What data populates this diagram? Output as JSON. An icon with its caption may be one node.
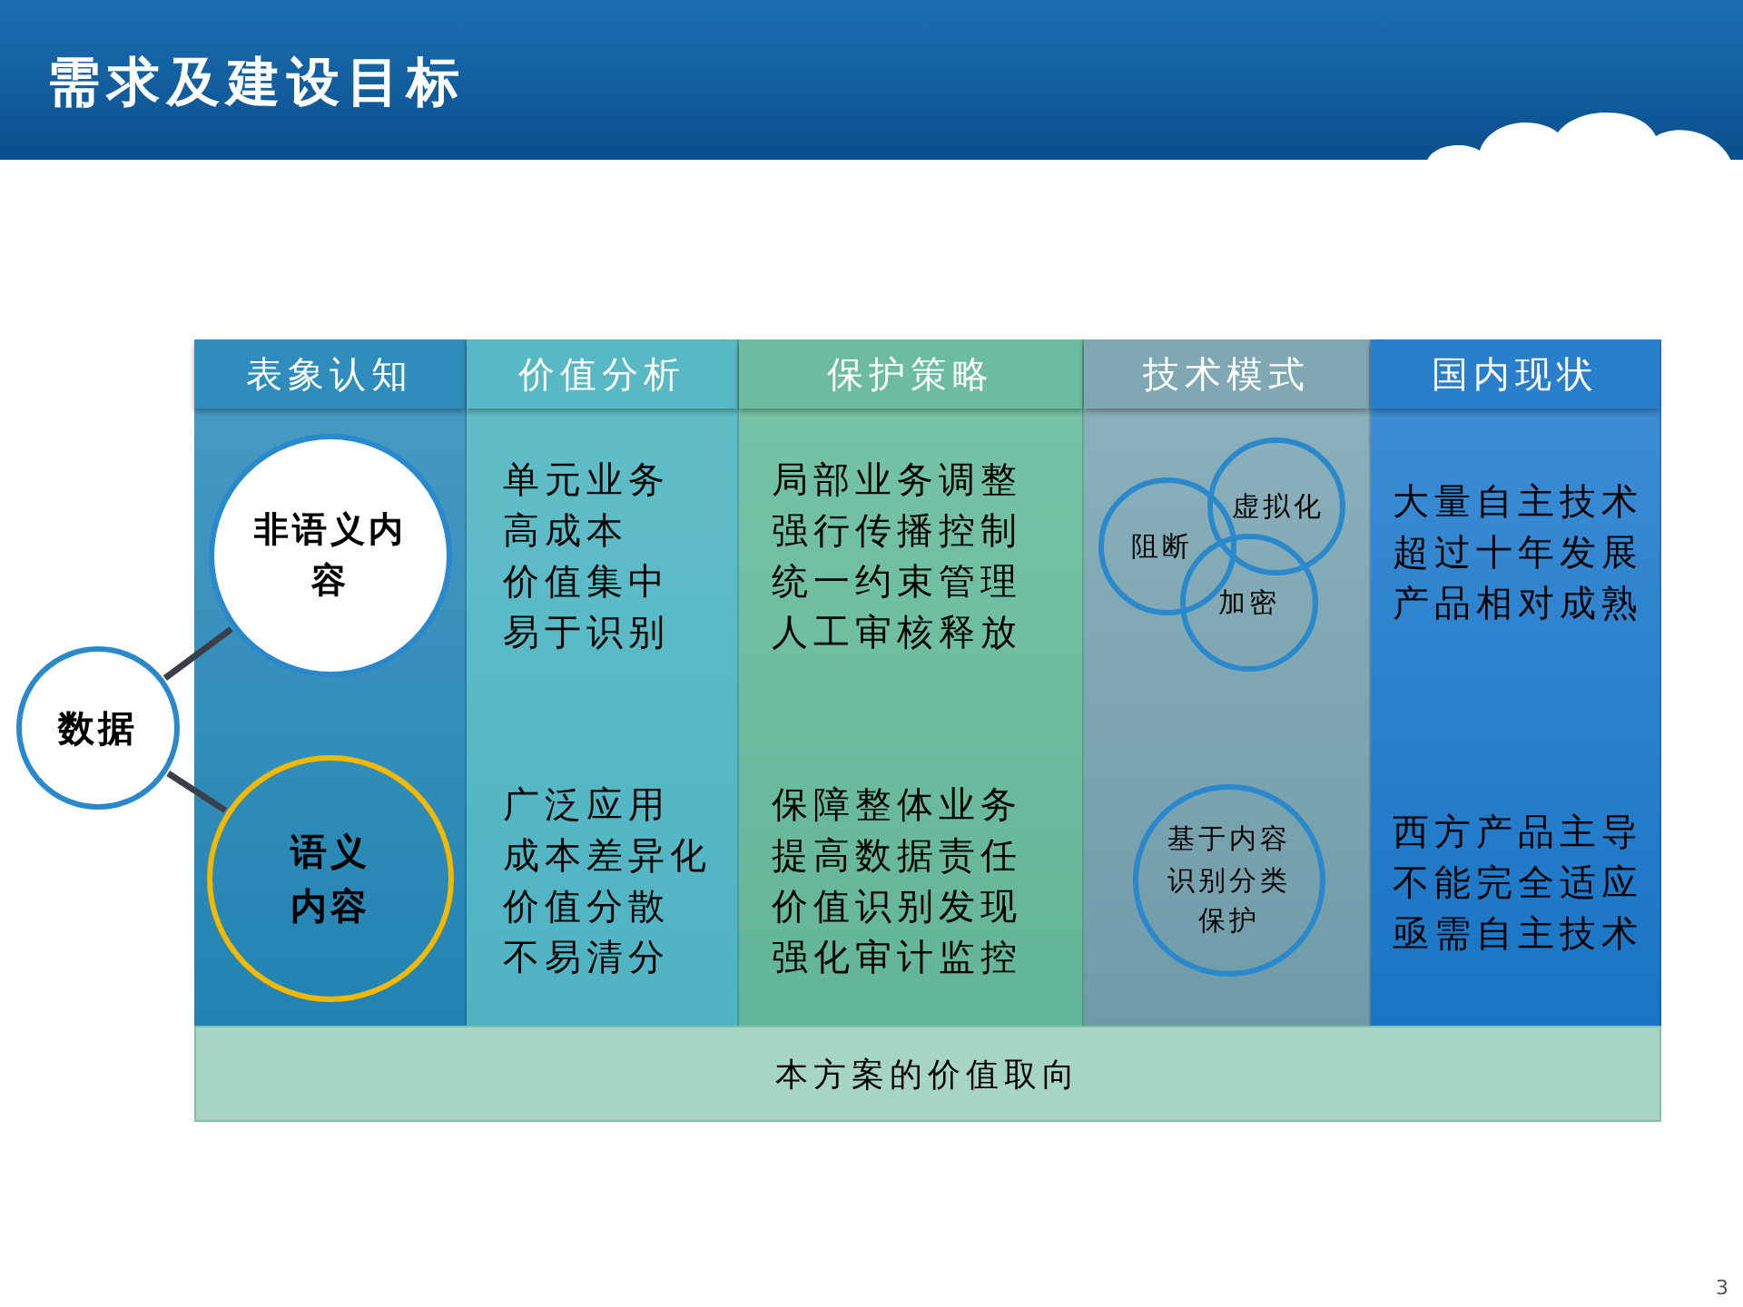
{
  "diagram": {
    "title": "需求及建设目标",
    "nodes": [
      {
        "text": [
          "表象认知"
        ]
      },
      {
        "text": [
          "非语义内容"
        ],
        "in": 0
      },
      {
        "text": [
          "语义内容"
        ],
        "in": 0
      },
      {
        "text": [
          "数据"
        ]
      },
      {
        "text": [
          "价值分析",
          "单元业务",
          "高成本",
          "价值集中",
          "易于识别",
          "广泛应用",
          "成本差异化",
          "价值分散",
          "不易清分"
        ]
      },
      {
        "text": [
          "保护策略",
          "局部业务调整",
          "强行传播控制",
          "统一约束管理",
          "人工审核释放",
          "保障整体业务",
          "提高数据责任",
          "价值识别发现",
          "强化审计监控"
        ]
      },
      {
        "text": [
          "技术模式"
        ]
      },
      {
        "text": [
          "阻断"
        ],
        "in": 6
      },
      {
        "text": [
          "虚拟化"
        ],
        "in": 6
      },
      {
        "text": [
          "加密"
        ],
        "in": 6
      },
      {
        "text": [
          "基于内容识别分类保护"
        ],
        "in": 6
      },
      {
        "text": [
          "国内现状",
          "大量自主技术",
          "超过十年发展",
          "产品相对成熟",
          "西方产品主导",
          "不能完全适应",
          "亟需自主技术"
        ]
      },
      {
        "text": [
          "本方案的价值取向"
        ]
      }
    ],
    "edges": [
      {
        "from": 3,
        "to": 1,
        "arrow": "none"
      },
      {
        "from": 3,
        "to": 2,
        "arrow": "none"
      }
    ],
    "labels": [
      "3"
    ]
  }
}
